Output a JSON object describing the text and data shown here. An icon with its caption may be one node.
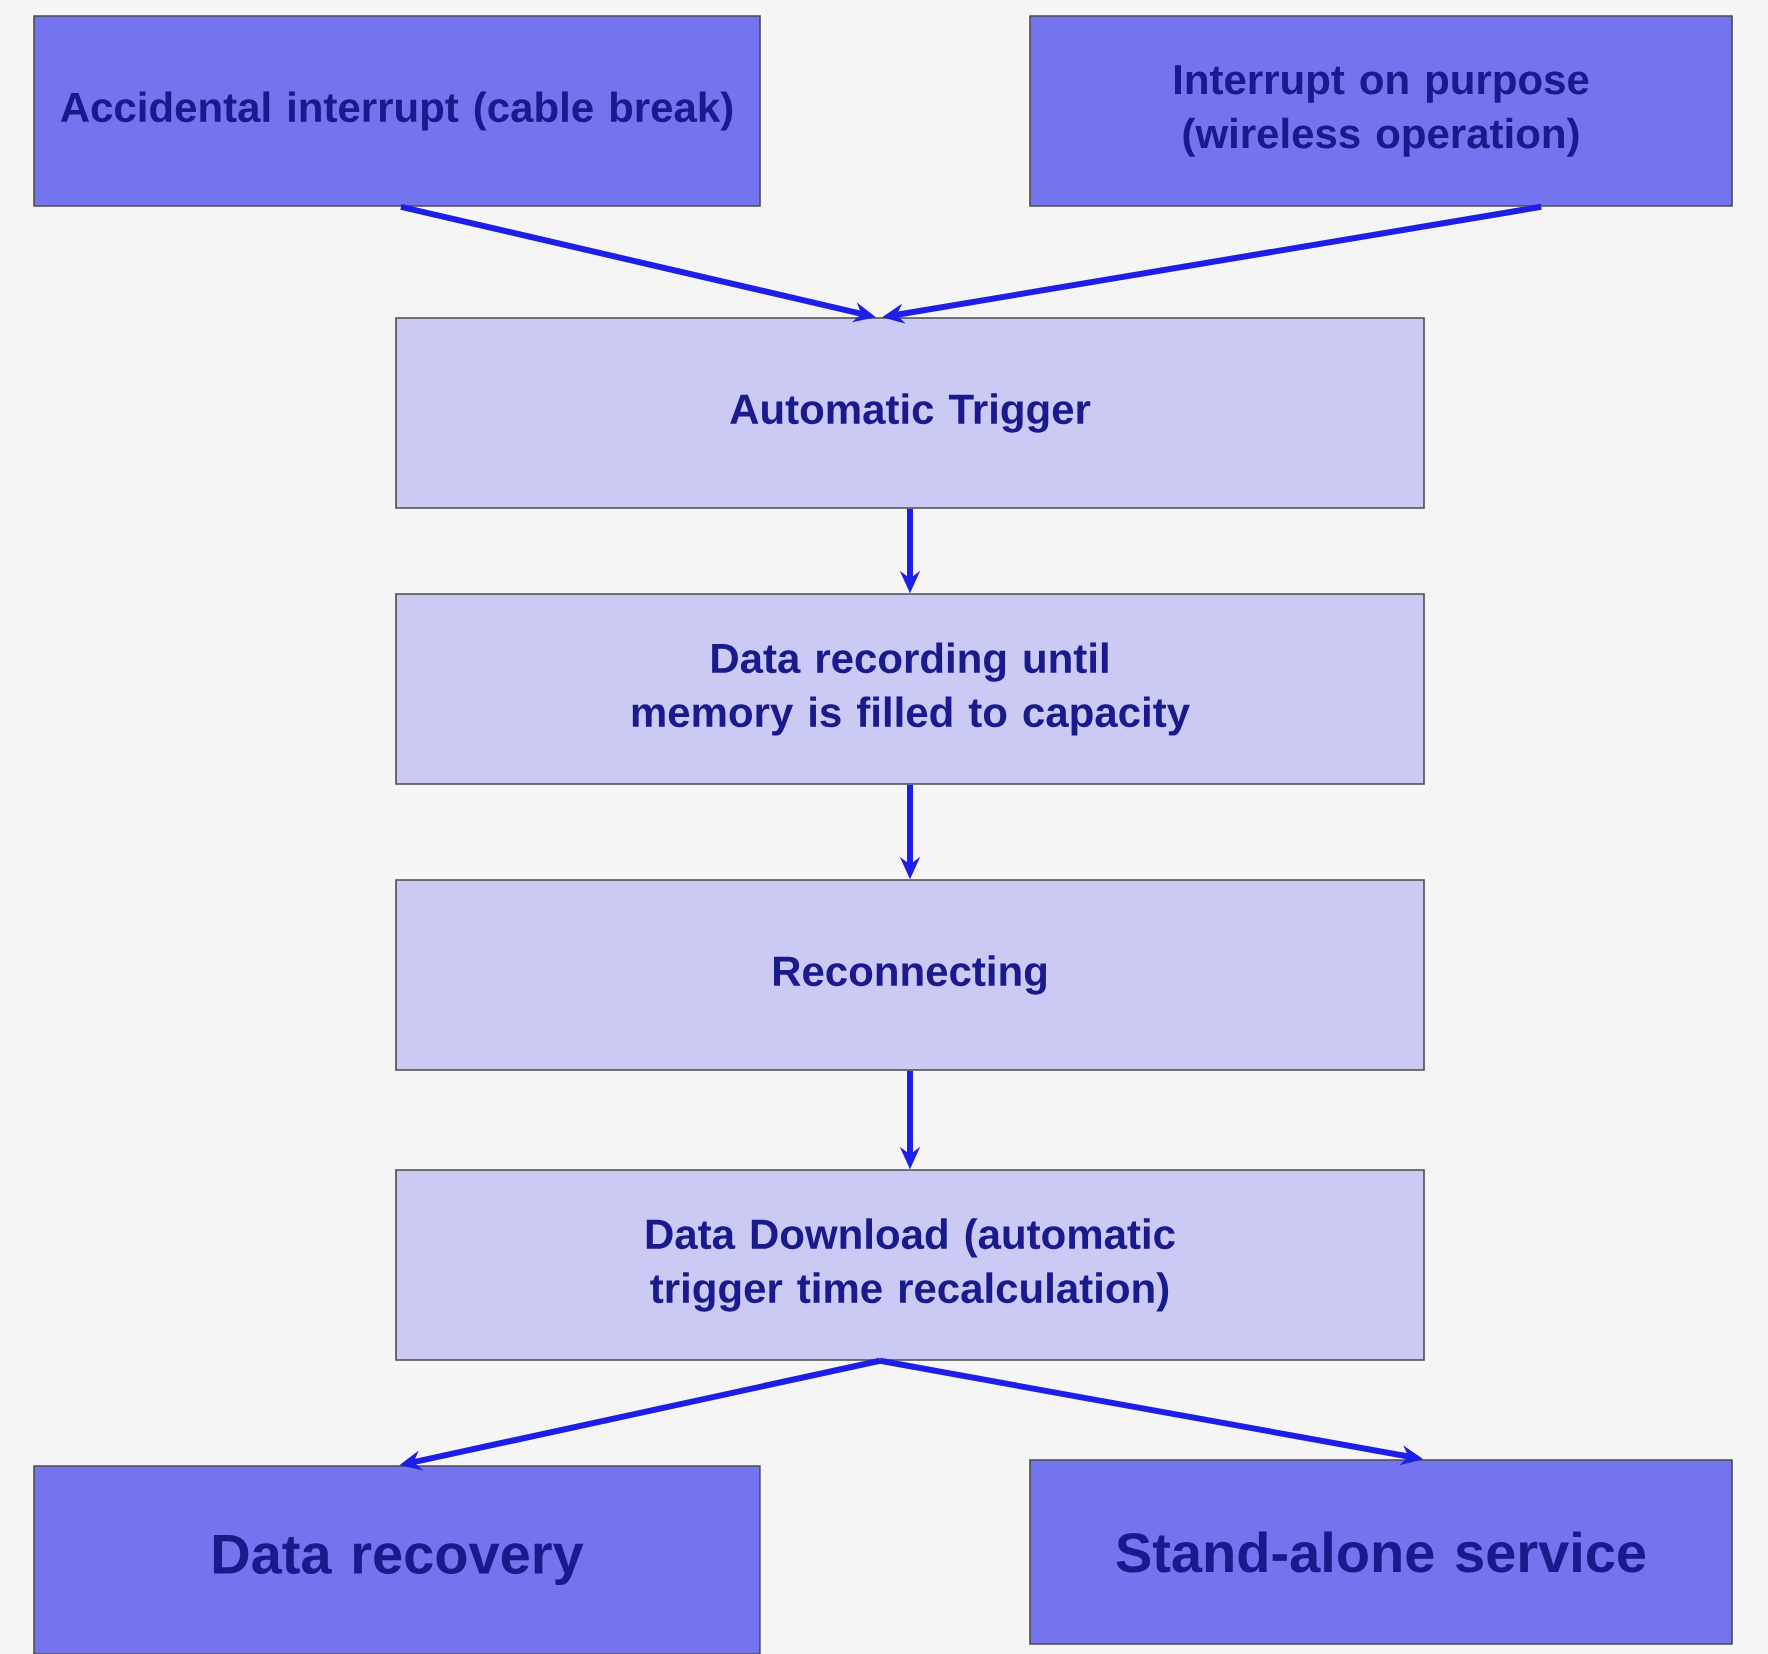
{
  "diagram": {
    "nodes": [
      {
        "text": [
          "Accidental interrupt (cable break)"
        ]
      },
      {
        "text": [
          "Interrupt on purpose (wireless operation)"
        ]
      },
      {
        "text": [
          "Automatic Trigger"
        ]
      },
      {
        "text": [
          "Data recording until memory is filled to capacity"
        ]
      },
      {
        "text": [
          "Reconnecting"
        ]
      },
      {
        "text": [
          "Data Download (automatic trigger time recalculation)"
        ]
      },
      {
        "text": [
          "Data recovery"
        ]
      },
      {
        "text": [
          "Stand-alone service"
        ]
      }
    ],
    "edges": [
      {
        "from": 0,
        "to": 2,
        "arrow": "to"
      },
      {
        "from": 1,
        "to": 2,
        "arrow": "to"
      },
      {
        "from": 2,
        "to": 3,
        "arrow": "to"
      },
      {
        "from": 3,
        "to": 4,
        "arrow": "to"
      },
      {
        "from": 4,
        "to": 5,
        "arrow": "to"
      },
      {
        "from": 5,
        "to": 6,
        "arrow": "to"
      },
      {
        "from": 5,
        "to": 7,
        "arrow": "to"
      }
    ]
  }
}
